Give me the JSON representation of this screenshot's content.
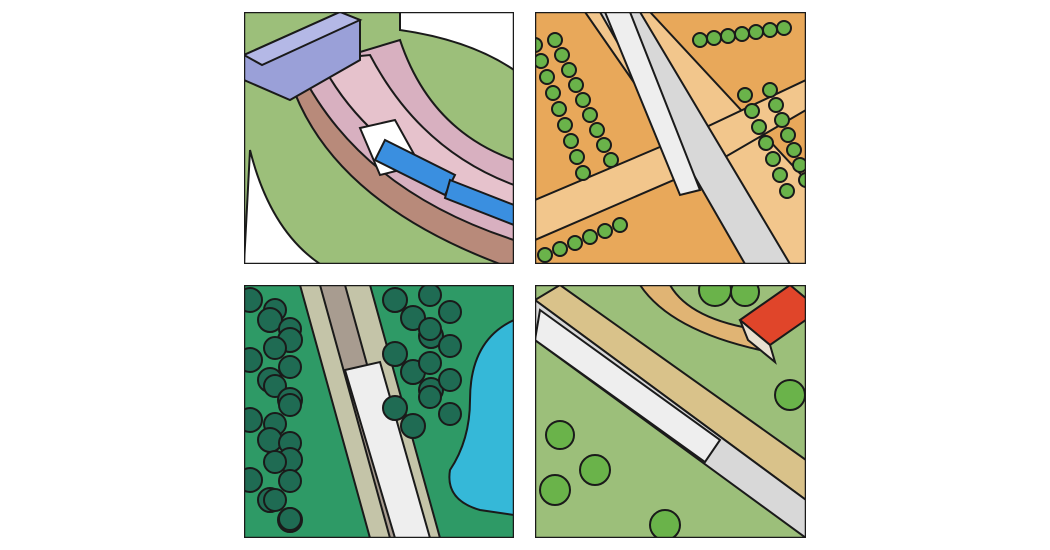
{
  "panels": [
    {
      "scene": "tunnel",
      "train_color": "#3a8fe0"
    },
    {
      "scene": "orchard",
      "train_color": "#e8e8e8"
    },
    {
      "scene": "forest-lake",
      "train_color": "#e8e8e8"
    },
    {
      "scene": "farmland-barn",
      "train_color": "#e8e8e8"
    }
  ],
  "colors": {
    "outline": "#1a1a1a",
    "grass": "#9cbf7a",
    "dirt": "#e8a85a",
    "orchard_ground": "#f2c68c",
    "forest": "#2e9a66",
    "tree_dark": "#1f6b53",
    "tree_light": "#6ab34a",
    "lake": "#35b8d8",
    "tunnel": "#9aa0d8",
    "track_bed": "#d8b09a",
    "barn": "#e0452a"
  }
}
